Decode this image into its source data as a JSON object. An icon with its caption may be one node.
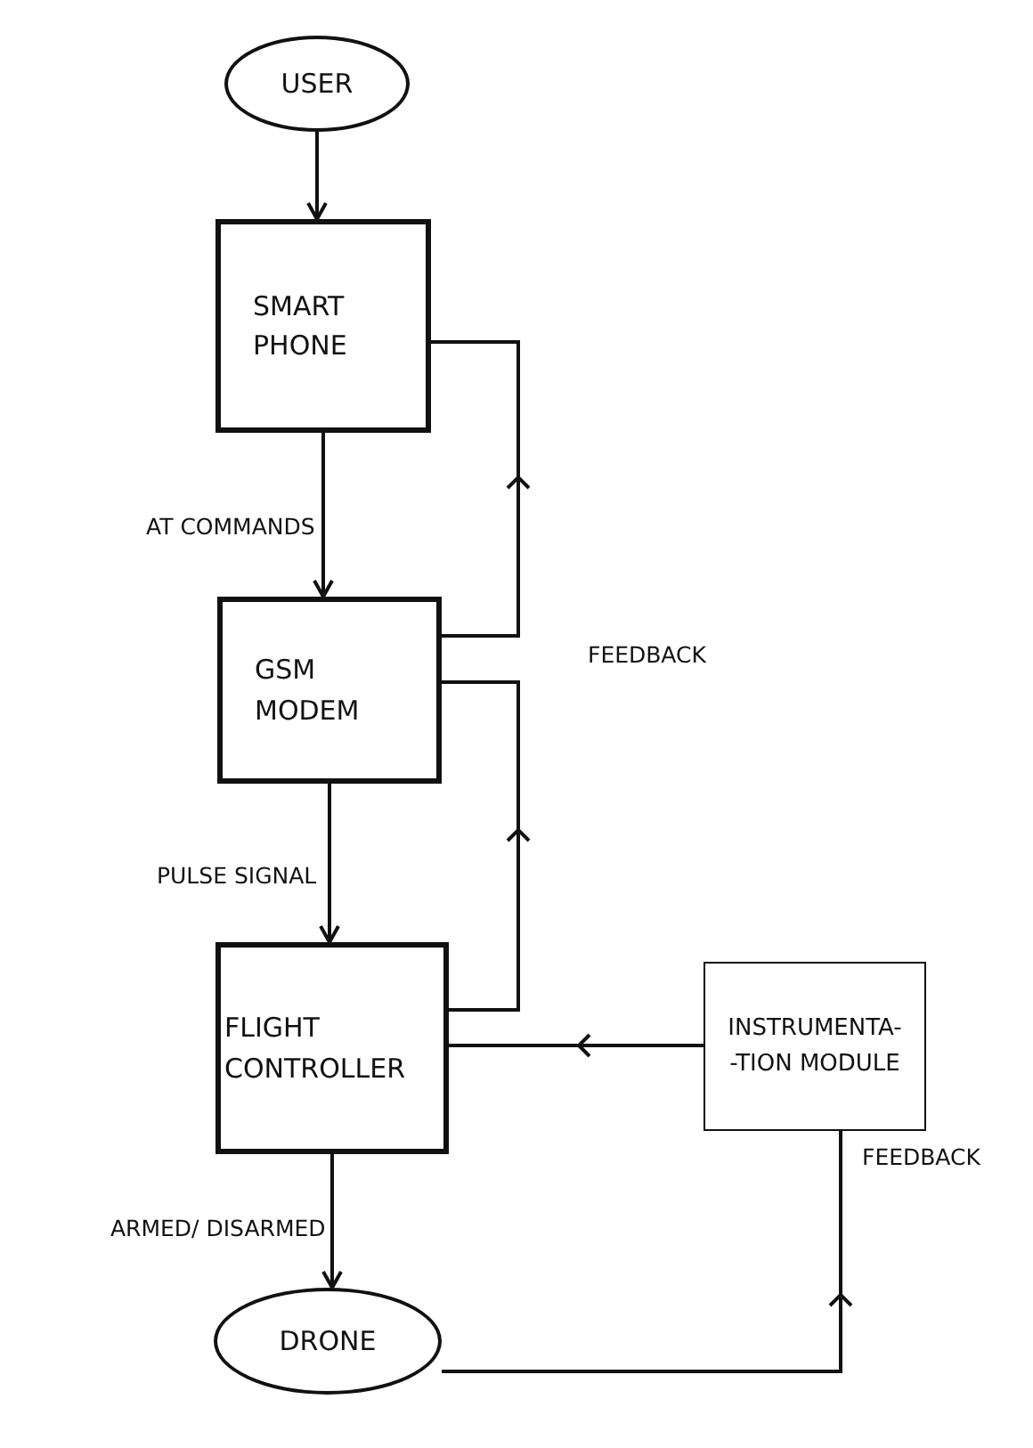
{
  "diagram": {
    "nodes": [
      {
        "text": [
          "USER"
        ]
      },
      {
        "text": [
          "SMART PHONE"
        ]
      },
      {
        "text": [
          "GSM MODEM"
        ]
      },
      {
        "text": [
          "FLIGHT CONTROLLER"
        ]
      },
      {
        "text": [
          "INSTRUMENTA- -TION MODULE"
        ]
      },
      {
        "text": [
          "DRONE"
        ]
      }
    ],
    "edges": [
      {
        "from": 0,
        "to": 1,
        "arrow": "to"
      },
      {
        "from": 1,
        "to": 2,
        "arrow": "to",
        "label": "AT COMMANDS"
      },
      {
        "from": 2,
        "to": 1,
        "arrow": "to"
      },
      {
        "from": 2,
        "to": 3,
        "arrow": "to",
        "label": "PULSE SIGNAL"
      },
      {
        "from": 3,
        "to": 2,
        "arrow": "to"
      },
      {
        "from": 4,
        "to": 3,
        "arrow": "to"
      },
      {
        "from": 3,
        "to": 5,
        "arrow": "to",
        "label": "ARMED/ DISARMED"
      },
      {
        "from": 5,
        "to": 4,
        "arrow": "to",
        "label": "FEEDBACK"
      }
    ],
    "labels": [
      "FEEDBACK"
    ]
  }
}
